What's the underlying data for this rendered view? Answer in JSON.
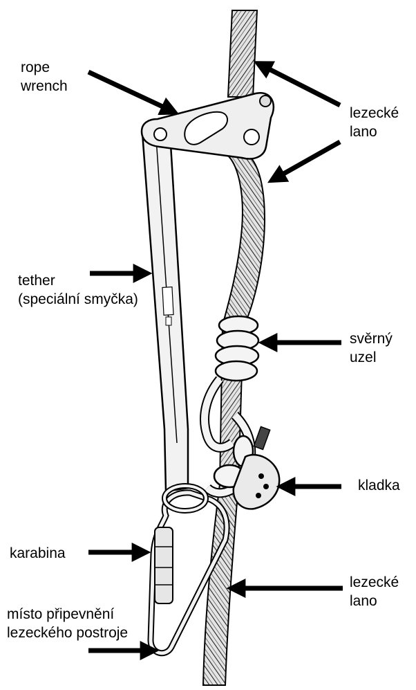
{
  "colors": {
    "ink": "#000000",
    "rope": "#d9d9d9",
    "metal": "#e8e8e8",
    "background": "#ffffff"
  },
  "labels": {
    "rope_wrench": [
      "rope",
      "wrench"
    ],
    "rope_top": [
      "lezecké",
      "lano"
    ],
    "tether": [
      "tether",
      "(speciální smyčka)"
    ],
    "friction_hitch": [
      "svěrný",
      "uzel"
    ],
    "pulley": [
      "kladka"
    ],
    "carabiner": [
      "karabina"
    ],
    "rope_bottom": [
      "lezecké",
      "lano"
    ],
    "harness_attachment": [
      "místo připevnění",
      "lezeckého postroje"
    ]
  }
}
